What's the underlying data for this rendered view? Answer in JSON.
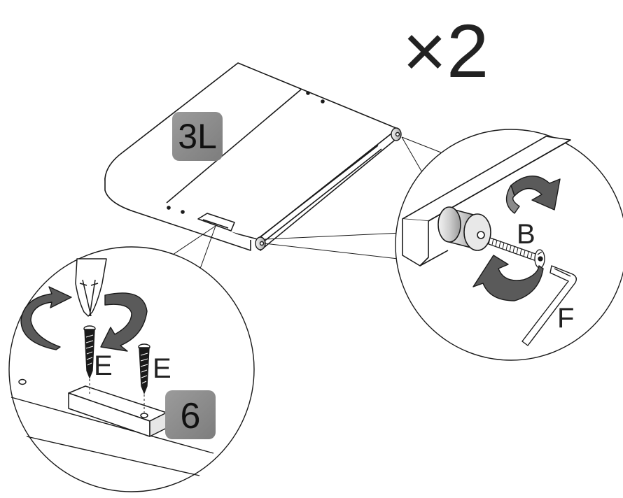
{
  "multiplier": "×2",
  "panel_label": "3L",
  "block_label": "6",
  "parts": {
    "bolt": "B",
    "hex_key": "F",
    "screw_left": "E",
    "screw_right": "E"
  },
  "colors": {
    "line": "#1a1a1a",
    "tag_fill": "#8c8c8c",
    "arrow_fill": "#5a5a5a",
    "cylinder_fill": "#d9d9d9"
  }
}
